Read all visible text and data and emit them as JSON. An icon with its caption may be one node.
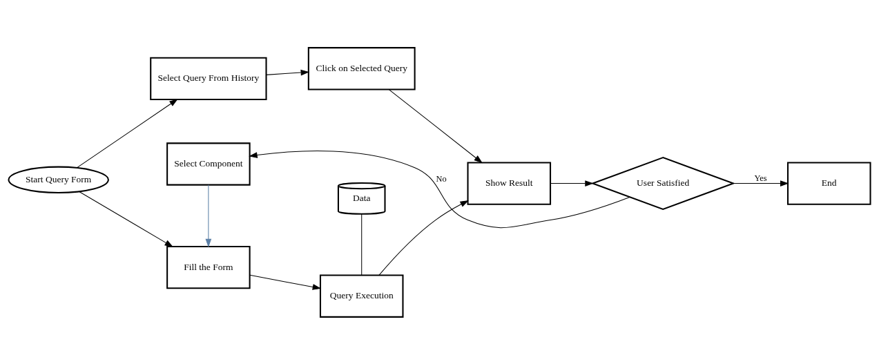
{
  "diagram": {
    "nodes": [
      {
        "text": [
          "Start Query Form"
        ]
      },
      {
        "text": [
          "Select Query From History"
        ]
      },
      {
        "text": [
          "Click on Selected Query"
        ]
      },
      {
        "text": [
          "Fill the Form"
        ]
      },
      {
        "text": [
          "Data"
        ]
      },
      {
        "text": [
          "Query Execution"
        ]
      },
      {
        "text": [
          "Show Result"
        ]
      },
      {
        "text": [
          "Select Component"
        ]
      },
      {
        "text": [
          "User Satisfied"
        ]
      },
      {
        "text": [
          "End"
        ]
      }
    ],
    "edges": [
      {
        "from": 0,
        "to": 1,
        "arrow": "to"
      },
      {
        "from": 1,
        "to": 2,
        "arrow": "to"
      },
      {
        "from": 2,
        "to": 6,
        "arrow": "to"
      },
      {
        "from": 0,
        "to": 3,
        "arrow": "to"
      },
      {
        "from": 3,
        "to": 5,
        "arrow": "to"
      },
      {
        "from": 4,
        "to": 5,
        "arrow": "none"
      },
      {
        "from": 5,
        "to": 6,
        "arrow": "to"
      },
      {
        "from": 6,
        "to": 8,
        "arrow": "to"
      },
      {
        "from": 8,
        "to": 7,
        "arrow": "to",
        "label": "No"
      },
      {
        "from": 8,
        "to": 9,
        "arrow": "to",
        "label": "Yes"
      },
      {
        "from": 7,
        "to": 3,
        "arrow": "to",
        "color": "#5b7fa6"
      }
    ]
  }
}
